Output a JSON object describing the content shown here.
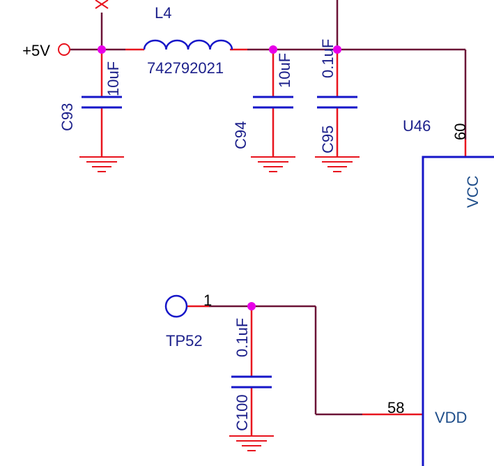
{
  "net": {
    "power": "+5V"
  },
  "inductor": {
    "ref": "L4",
    "part": "742792021"
  },
  "capacitors": [
    {
      "ref": "C93",
      "value": "10uF"
    },
    {
      "ref": "C94",
      "value": "10uF"
    },
    {
      "ref": "C95",
      "value": "0.1uF"
    },
    {
      "ref": "C100",
      "value": "0.1uF"
    }
  ],
  "ic": {
    "ref": "U46",
    "pins": [
      {
        "number": "60",
        "name": "VCC"
      },
      {
        "number": "58",
        "name": "VDD"
      }
    ]
  },
  "testpoint": {
    "ref": "TP52",
    "pin": "1"
  },
  "colors": {
    "wire": "#6b1236",
    "pin_wire": "#e8141e",
    "component": "#1616c8",
    "junction": "#e800e8",
    "text": "#1b1f8a",
    "ground": "#e8141e"
  }
}
